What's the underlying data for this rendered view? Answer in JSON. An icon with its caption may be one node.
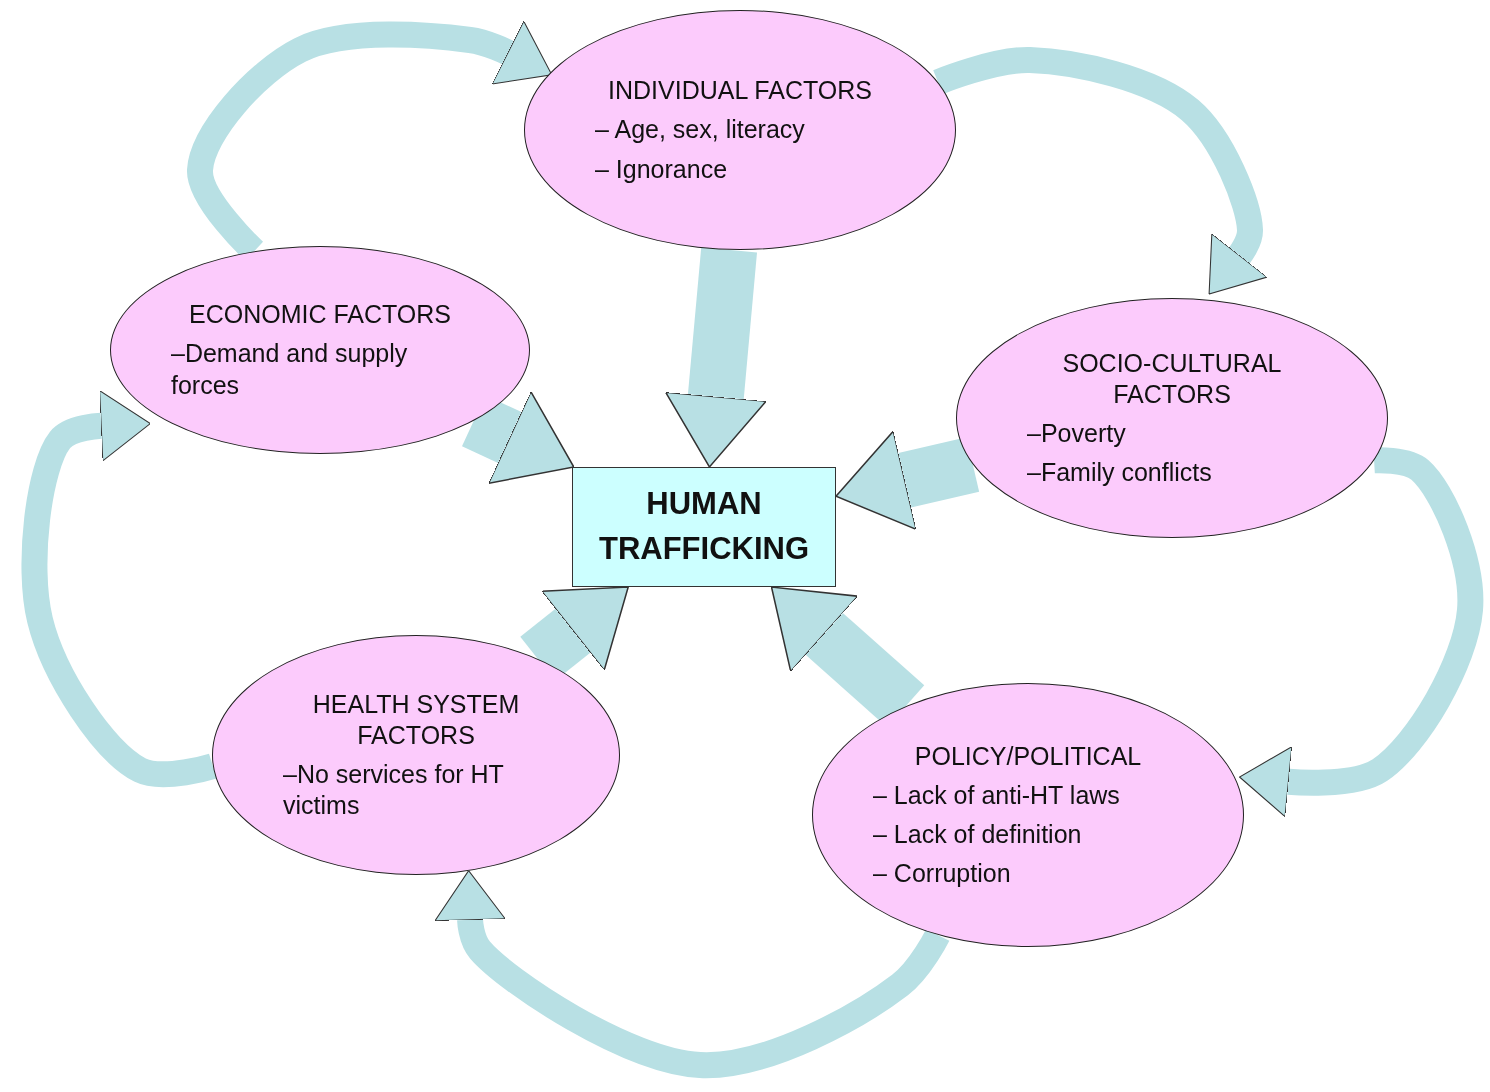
{
  "diagram": {
    "nodes": [
      {
        "text": [
          "INDIVIDUAL FACTORS",
          "– Age, sex, literacy",
          "– Ignorance"
        ]
      },
      {
        "text": [
          "ECONOMIC FACTORS",
          "–Demand and supply forces"
        ]
      },
      {
        "text": [
          "SOCIO-CULTURAL FACTORS",
          "–Poverty",
          "–Family conflicts"
        ]
      },
      {
        "text": [
          "HUMAN TRAFFICKING"
        ]
      },
      {
        "text": [
          "HEALTH SYSTEM FACTORS",
          "–No services for HT victims"
        ]
      },
      {
        "text": [
          "POLICY/POLITICAL",
          "– Lack of anti-HT laws",
          "– Lack of definition",
          "– Corruption"
        ]
      }
    ],
    "edges": [
      {
        "from": 0,
        "to": 3,
        "arrow": "to",
        "style": "thick"
      },
      {
        "from": 1,
        "to": 3,
        "arrow": "to",
        "style": "thick"
      },
      {
        "from": 2,
        "to": 3,
        "arrow": "to",
        "style": "thick"
      },
      {
        "from": 4,
        "to": 3,
        "arrow": "to",
        "style": "thick"
      },
      {
        "from": 5,
        "to": 3,
        "arrow": "to",
        "style": "thick"
      },
      {
        "from": 1,
        "to": 0,
        "arrow": "to"
      },
      {
        "from": 0,
        "to": 2,
        "arrow": "to"
      },
      {
        "from": 2,
        "to": 5,
        "arrow": "to"
      },
      {
        "from": 5,
        "to": 4,
        "arrow": "to"
      },
      {
        "from": 4,
        "to": 1,
        "arrow": "to"
      }
    ]
  }
}
